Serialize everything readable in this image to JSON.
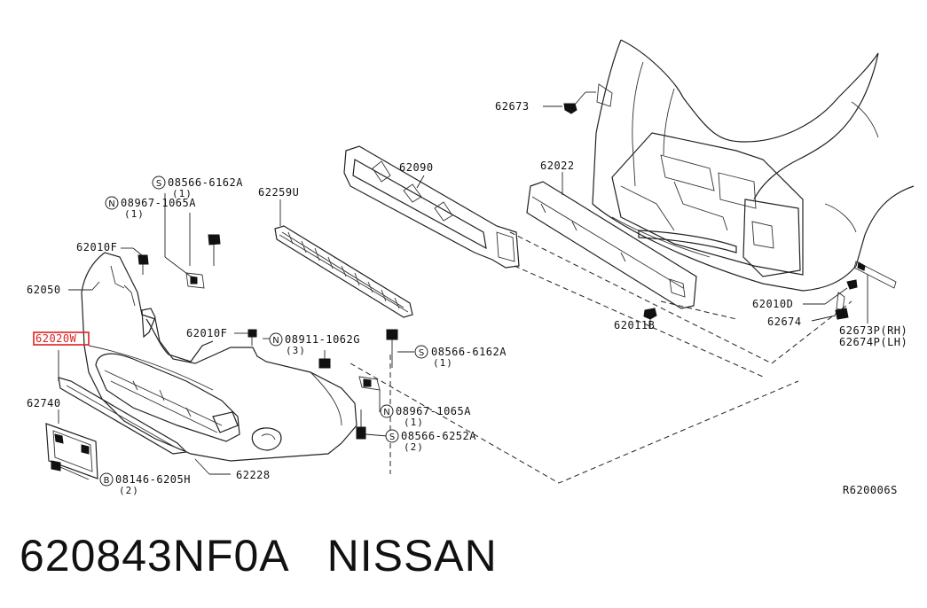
{
  "parts": {
    "p62673": "62673",
    "p62090": "62090",
    "p62022": "62022",
    "p62259U": "62259U",
    "p62010F_a": "62010F",
    "p62050": "62050",
    "p62020W": "62020W",
    "p62010F_b": "62010F",
    "p62740": "62740",
    "p62228": "62228",
    "p62011B": "62011B",
    "p62010D": "62010D",
    "p62674": "62674",
    "p62673P": "62673P(RH)",
    "p62674P": "62674P(LH)"
  },
  "fasteners": {
    "f1": {
      "badge": "S",
      "code": "08566-6162A",
      "qty": "(1)"
    },
    "f2": {
      "badge": "N",
      "code": "08967-1065A",
      "qty": "(1)"
    },
    "f3": {
      "badge": "N",
      "code": "08911-1062G",
      "qty": "(3)"
    },
    "f4": {
      "badge": "S",
      "code": "08566-6162A",
      "qty": "(1)"
    },
    "f5": {
      "badge": "N",
      "code": "08967-1065A",
      "qty": "(1)"
    },
    "f6": {
      "badge": "S",
      "code": "08566-6252A",
      "qty": "(2)"
    },
    "f7": {
      "badge": "B",
      "code": "08146-6205H",
      "qty": "(2)"
    }
  },
  "diagram_ref": "R620006S",
  "footer": {
    "part_number": "620843NF0A",
    "brand": "NISSAN"
  },
  "highlight_color": "#e02020"
}
